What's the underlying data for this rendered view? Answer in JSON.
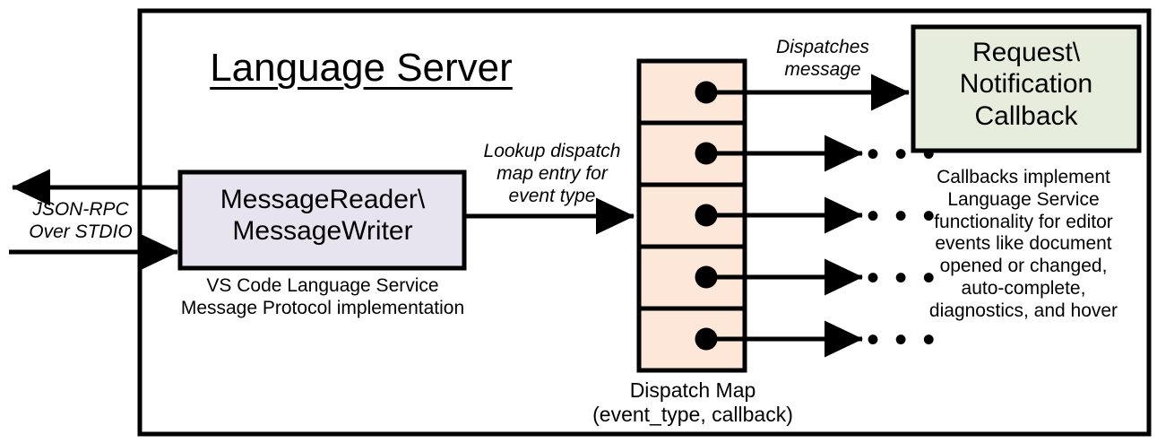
{
  "diagram": {
    "title": "Language Server",
    "outer_container_label": "Language Server",
    "colors": {
      "stroke": "#000000",
      "background": "#FFFFFF",
      "message_box_fill": "#E8E4EF",
      "dispatch_cell_fill": "#FCE7D8",
      "callback_box_fill": "#E7EDDC"
    },
    "left_channel": {
      "label": "JSON-RPC\nOver STDIO",
      "outbound_arrow_name": "json-rpc-outbound-arrow",
      "inbound_arrow_name": "json-rpc-inbound-arrow"
    },
    "message_box": {
      "label": "MessageReader\\\nMessageWriter",
      "caption": "VS Code Language Service\nMessage Protocol implementation"
    },
    "lookup_edge": {
      "label": "Lookup dispatch\nmap entry for\nevent type"
    },
    "dispatch_map": {
      "caption": "Dispatch Map\n(event_type, callback)",
      "cell_count": 5,
      "cells": [
        {
          "index": 1,
          "name": "dispatch-map-cell-1",
          "has_dot": true
        },
        {
          "index": 2,
          "name": "dispatch-map-cell-2",
          "has_dot": true
        },
        {
          "index": 3,
          "name": "dispatch-map-cell-3",
          "has_dot": true
        },
        {
          "index": 4,
          "name": "dispatch-map-cell-4",
          "has_dot": true
        },
        {
          "index": 5,
          "name": "dispatch-map-cell-5",
          "has_dot": true
        }
      ]
    },
    "dispatch_edge": {
      "label": "Dispatches\nmessage"
    },
    "callback_box": {
      "label": "Request\\\nNotification\nCallback",
      "caption": "Callbacks implement\nLanguage Service\nfunctionality for editor\nevents like document\nopened or changed,\nauto-complete,\ndiagnostics, and hover"
    },
    "ellipses": [
      {
        "name": "callback-ellipsis-2",
        "text": "• • •"
      },
      {
        "name": "callback-ellipsis-3",
        "text": "• • •"
      },
      {
        "name": "callback-ellipsis-4",
        "text": "• • •"
      },
      {
        "name": "callback-ellipsis-5",
        "text": "• • •"
      }
    ]
  }
}
